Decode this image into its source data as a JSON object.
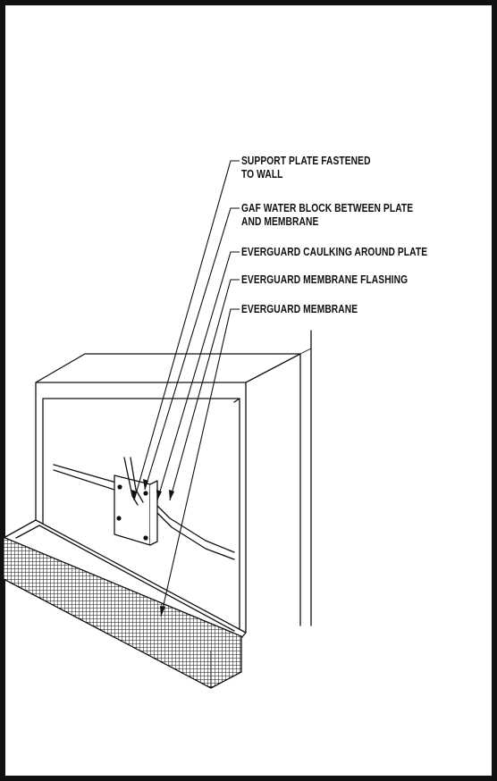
{
  "labels": {
    "support_plate_line1": "SUPPORT PLATE FASTENED",
    "support_plate_line2": "TO WALL",
    "water_block_line1": "GAF WATER BLOCK BETWEEN PLATE",
    "water_block_line2": "AND MEMBRANE",
    "caulking": "EVERGUARD CAULKING AROUND PLATE",
    "membrane_flashing": "EVERGUARD MEMBRANE FLASHING",
    "membrane": "EVERGUARD MEMBRANE"
  }
}
